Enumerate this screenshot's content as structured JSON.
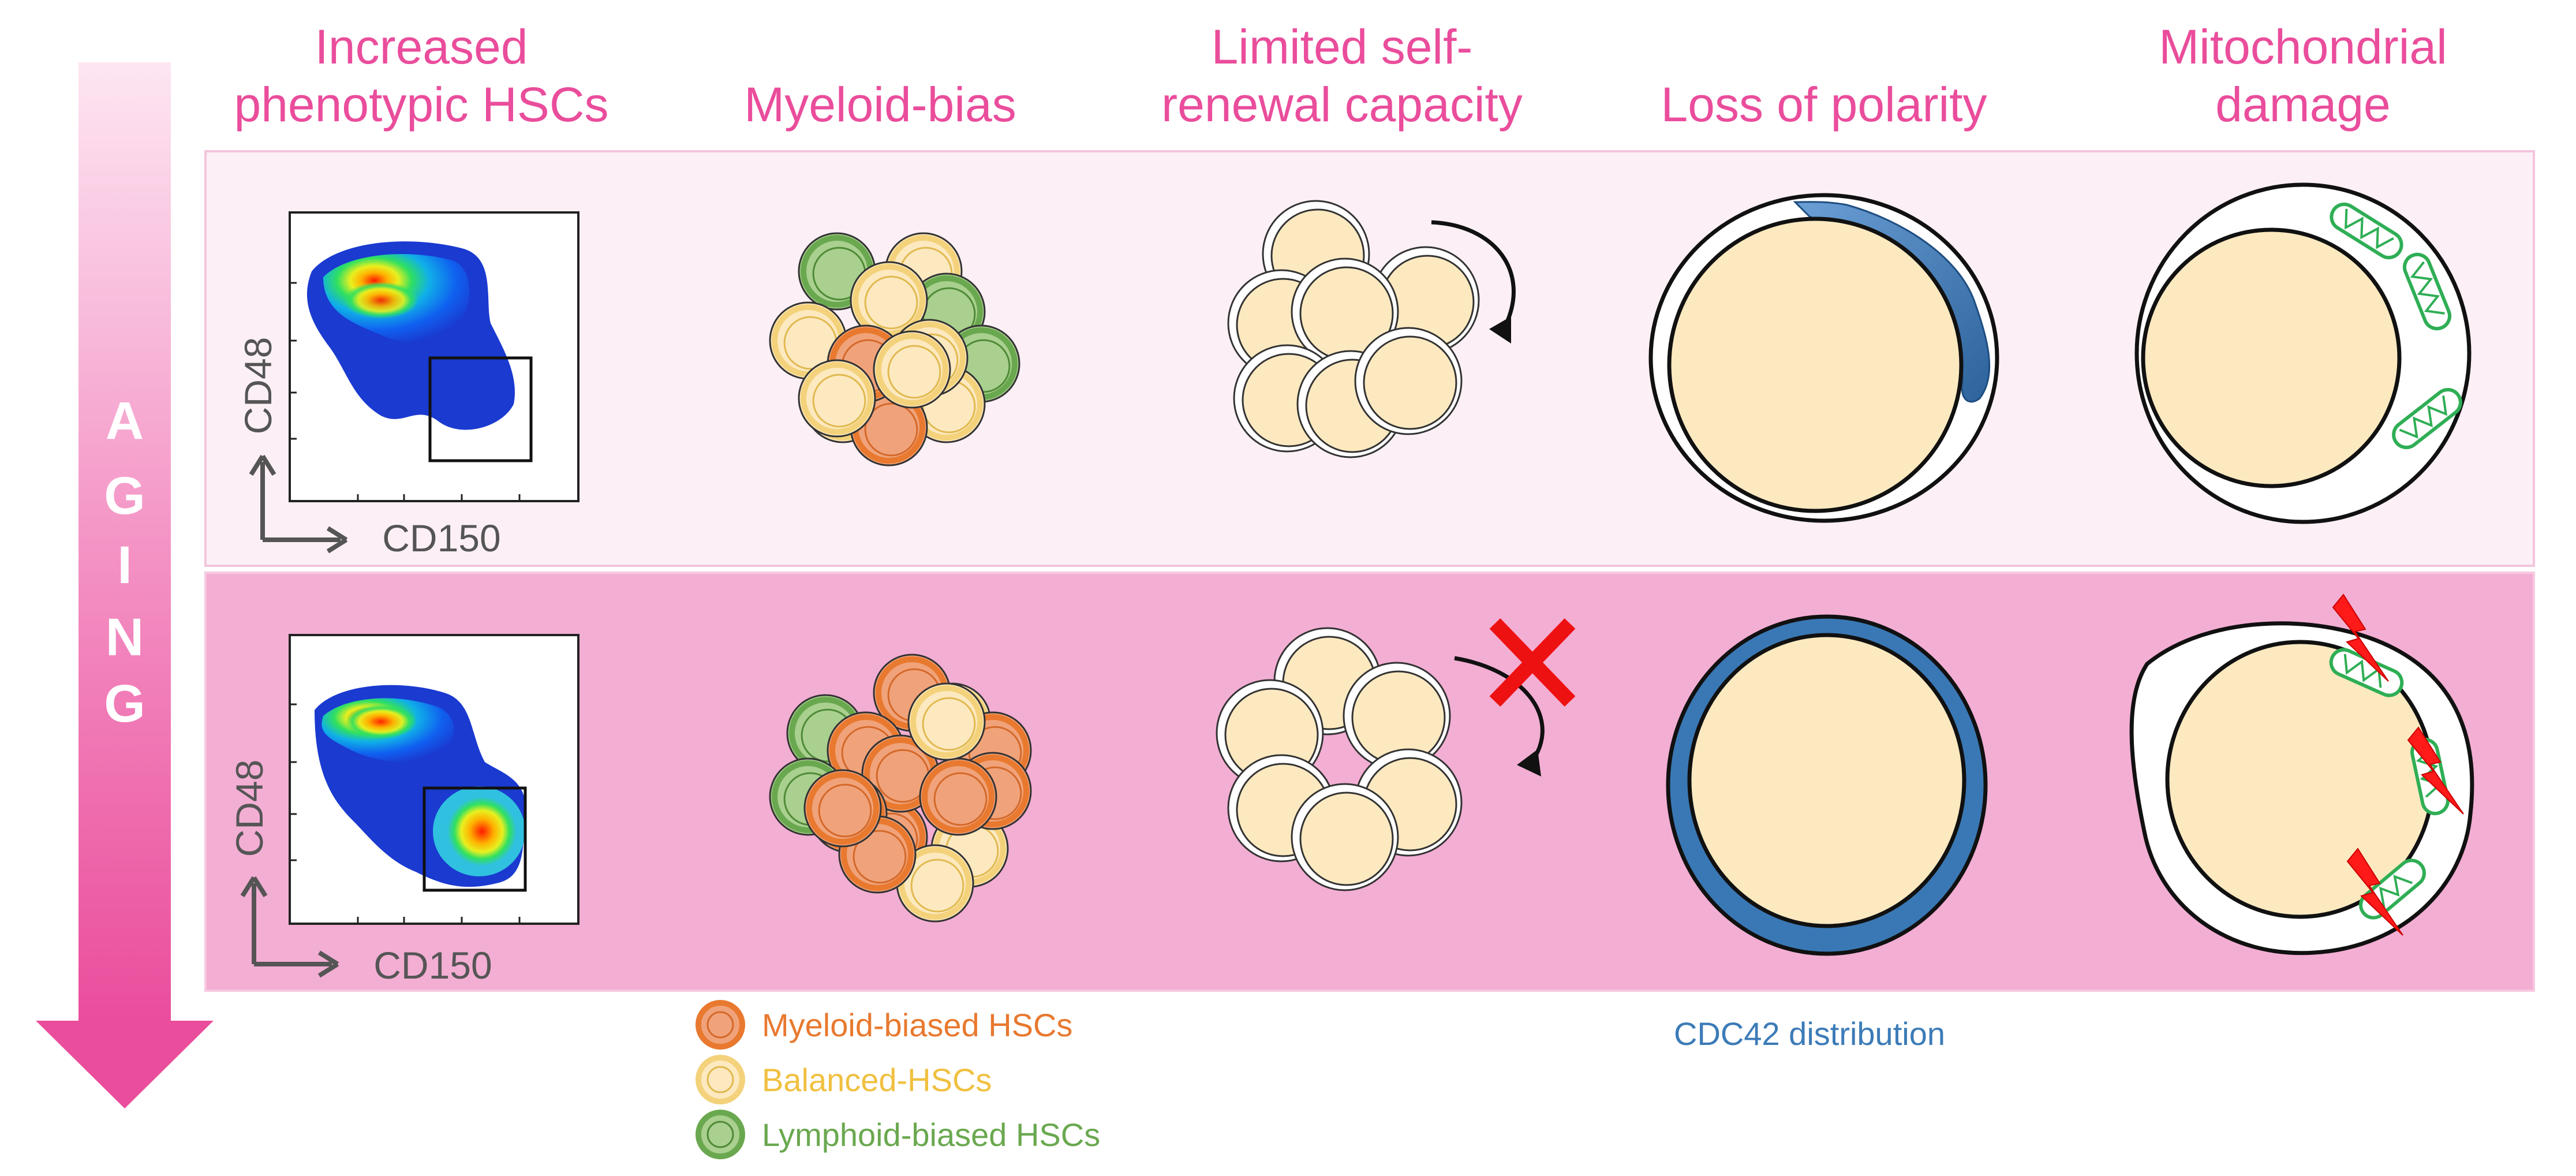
{
  "headers": {
    "col1_line1": "Increased",
    "col1_line2": "phenotypic  HSCs",
    "col2": "Myeloid-bias",
    "col3_line1": "Limited self-",
    "col3_line2": "renewal capacity",
    "col4": "Loss of polarity",
    "col5_line1": "Mitochondrial",
    "col5_line2": "damage"
  },
  "aging_letters": [
    "A",
    "G",
    "I",
    "N",
    "G"
  ],
  "flow": {
    "ylabel": "CD48",
    "xlabel": "CD150"
  },
  "legend": {
    "myeloid": "Myeloid-biased HSCs",
    "balanced": "Balanced-HSCs",
    "lymphoid": "Lymphoid-biased HSCs"
  },
  "cdc42_label": "CDC42 distribution",
  "colors": {
    "header_pink": "#ea4d9c",
    "row_young": "#fcf0f6",
    "row_old": "#f3aed3",
    "myeloid_fill": "#f0a37a",
    "myeloid_ring": "#e8792f",
    "balanced_fill": "#fde9c0",
    "balanced_ring": "#f3d27b",
    "lymphoid_fill": "#a9d08e",
    "lymphoid_ring": "#6aa84f",
    "cdc42_blue": "#3c7bb7",
    "mito_green": "#2fae55",
    "damage_red": "#ff1a1a"
  }
}
